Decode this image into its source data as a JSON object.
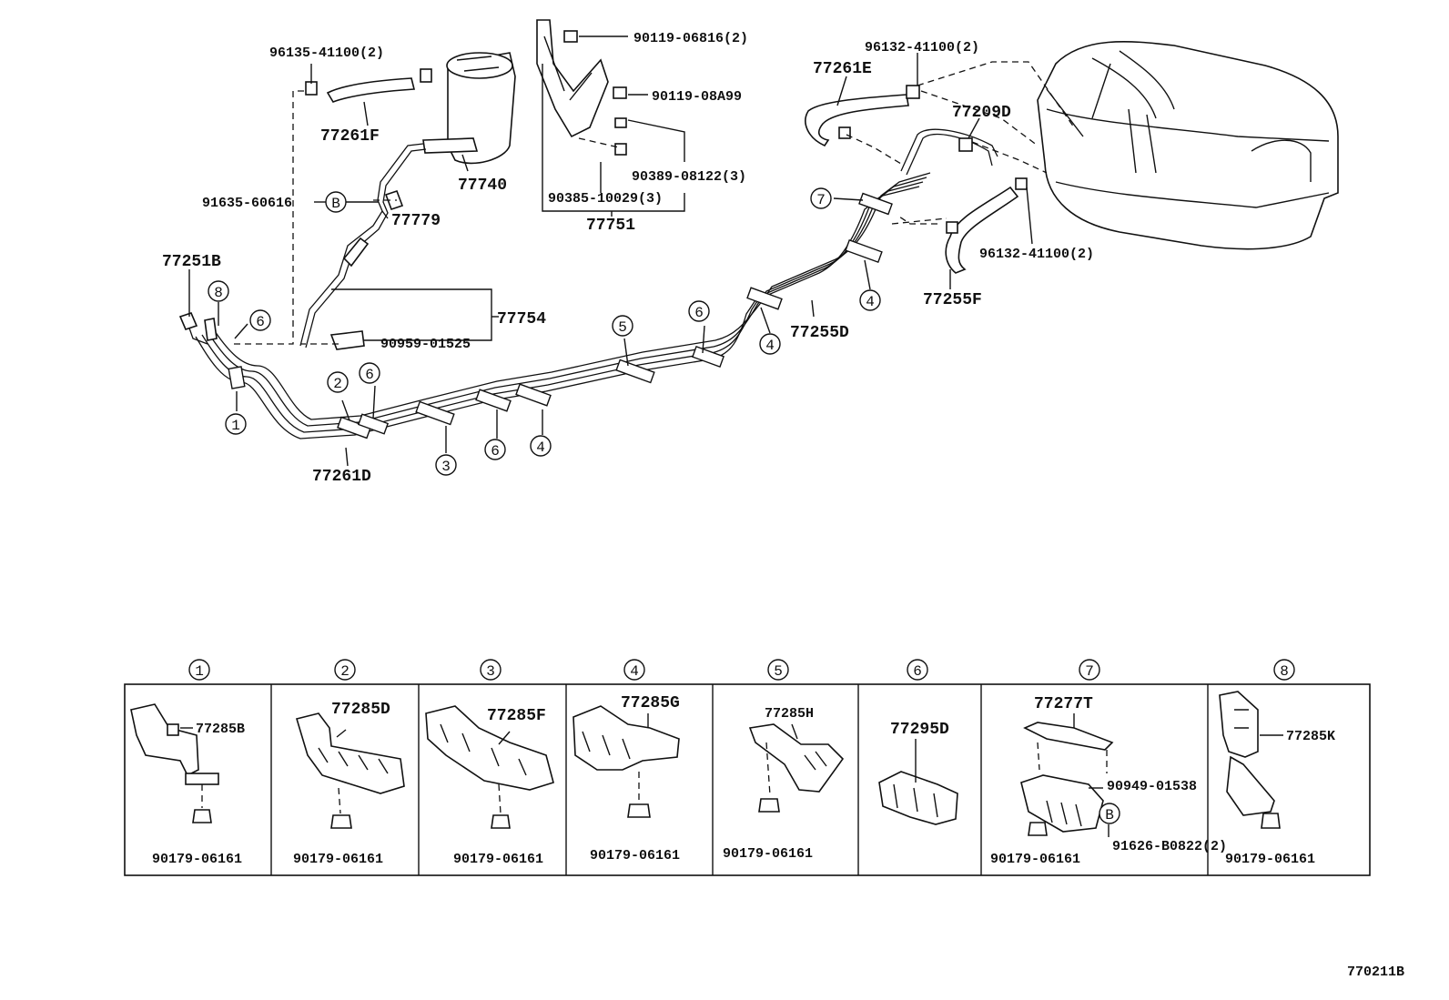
{
  "figure_code": "770211B",
  "callouts": {
    "c1": "1",
    "c2": "2",
    "c3": "3",
    "c4": "4",
    "c5": "5",
    "c6": "6",
    "c7": "7",
    "c8": "8",
    "cB": "B"
  },
  "labels": {
    "p96135": "96135-41100(2)",
    "p77261F": "77261F",
    "p77740": "77740",
    "p91635": "91635-60616",
    "p77779": "77779",
    "p77251B": "77251B",
    "p77754": "77754",
    "p90959": "90959-01525",
    "p77261D": "77261D",
    "p90119a": "90119-06816(2)",
    "p90119b": "90119-08A99",
    "p90389": "90389-08122(3)",
    "p90385": "90385-10029(3)",
    "p77751": "77751",
    "p96132a": "96132-41100(2)",
    "p77261E": "77261E",
    "p77209D": "77209D",
    "p96132b": "96132-41100(2)",
    "p77255F": "77255F",
    "p77255D": "77255D"
  },
  "panels": [
    {
      "callout": "1",
      "part": "77285B",
      "bolt": "90179-06161"
    },
    {
      "callout": "2",
      "part": "77285D",
      "bolt": "90179-06161"
    },
    {
      "callout": "3",
      "part": "77285F",
      "bolt": "90179-06161"
    },
    {
      "callout": "4",
      "part": "77285G",
      "bolt": "90179-06161"
    },
    {
      "callout": "5",
      "part": "77285H",
      "bolt": "90179-06161"
    },
    {
      "callout": "6",
      "part": "77295D"
    },
    {
      "callout": "7",
      "part": "77277T",
      "part2": "90949-01538",
      "ref": "B",
      "part3": "91626-B0822(2)",
      "bolt": "90179-06161"
    },
    {
      "callout": "8",
      "part": "77285K",
      "bolt": "90179-06161"
    }
  ]
}
